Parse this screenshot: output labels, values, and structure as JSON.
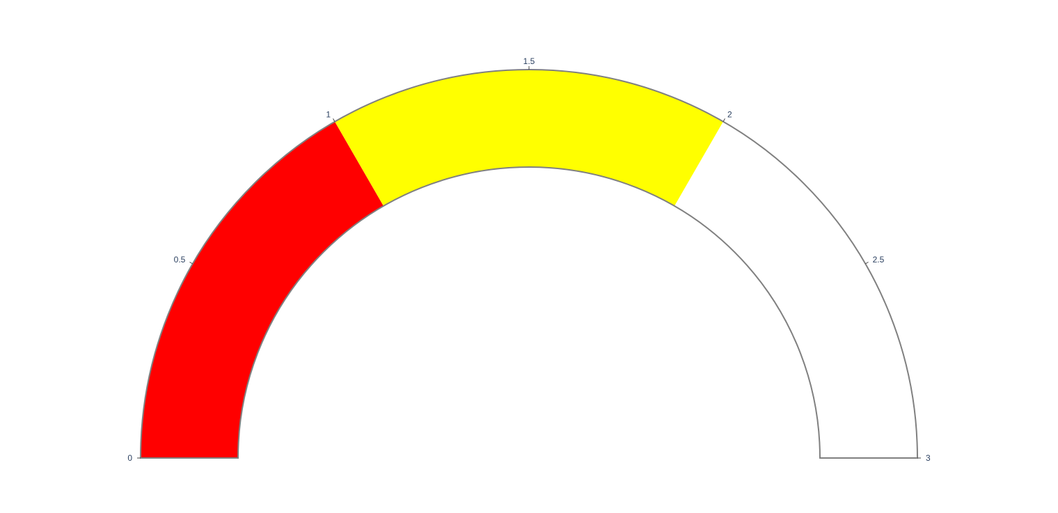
{
  "chart_data": {
    "type": "gauge",
    "axis": {
      "range": [
        0,
        3
      ],
      "tick_values": [
        0,
        0.5,
        1,
        1.5,
        2,
        2.5,
        3
      ],
      "tick_labels": [
        "0",
        "0.5",
        "1",
        "1.5",
        "2",
        "2.5",
        "3"
      ]
    },
    "steps": [
      {
        "range": [
          0,
          1
        ],
        "color": "#ff0000"
      },
      {
        "range": [
          1,
          2
        ],
        "color": "#ffff00"
      },
      {
        "range": [
          2,
          3
        ],
        "color": "#ffffff"
      }
    ],
    "border_color": "#808080",
    "tick_label_color": "#2a3f5f"
  }
}
